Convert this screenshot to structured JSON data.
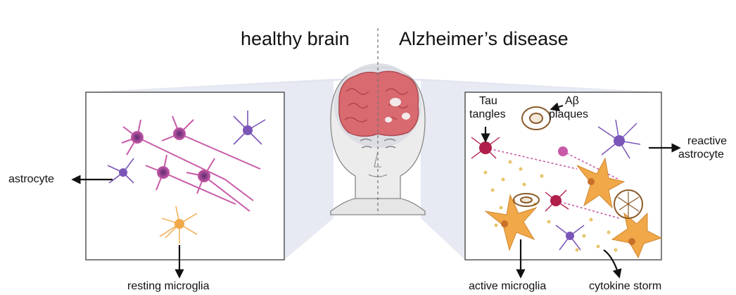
{
  "titles": {
    "left": "healthy brain",
    "right": "Alzheimer’s disease"
  },
  "labels": {
    "astrocyte": "astrocyte",
    "resting_microglia": "resting microglia",
    "tau_line1": "Tau",
    "tau_line2": "tangles",
    "abeta_line1": "Aβ",
    "abeta_line2": "plaques",
    "reactive_line1": "reactive",
    "reactive_line2": "astrocyte",
    "active_microglia": "active microglia",
    "cytokine_storm": "cytokine storm"
  },
  "colors": {
    "neuron": "#c85aa8",
    "astrocyte": "#7a56b8",
    "microglia": "#f0a848",
    "tau": "#b0204a",
    "plaque": "#8a5a2a",
    "brain": "#d86a70",
    "panel_border": "#555555",
    "panel_fill": "#ffffff",
    "cone_fill": "#e3e6f0"
  }
}
